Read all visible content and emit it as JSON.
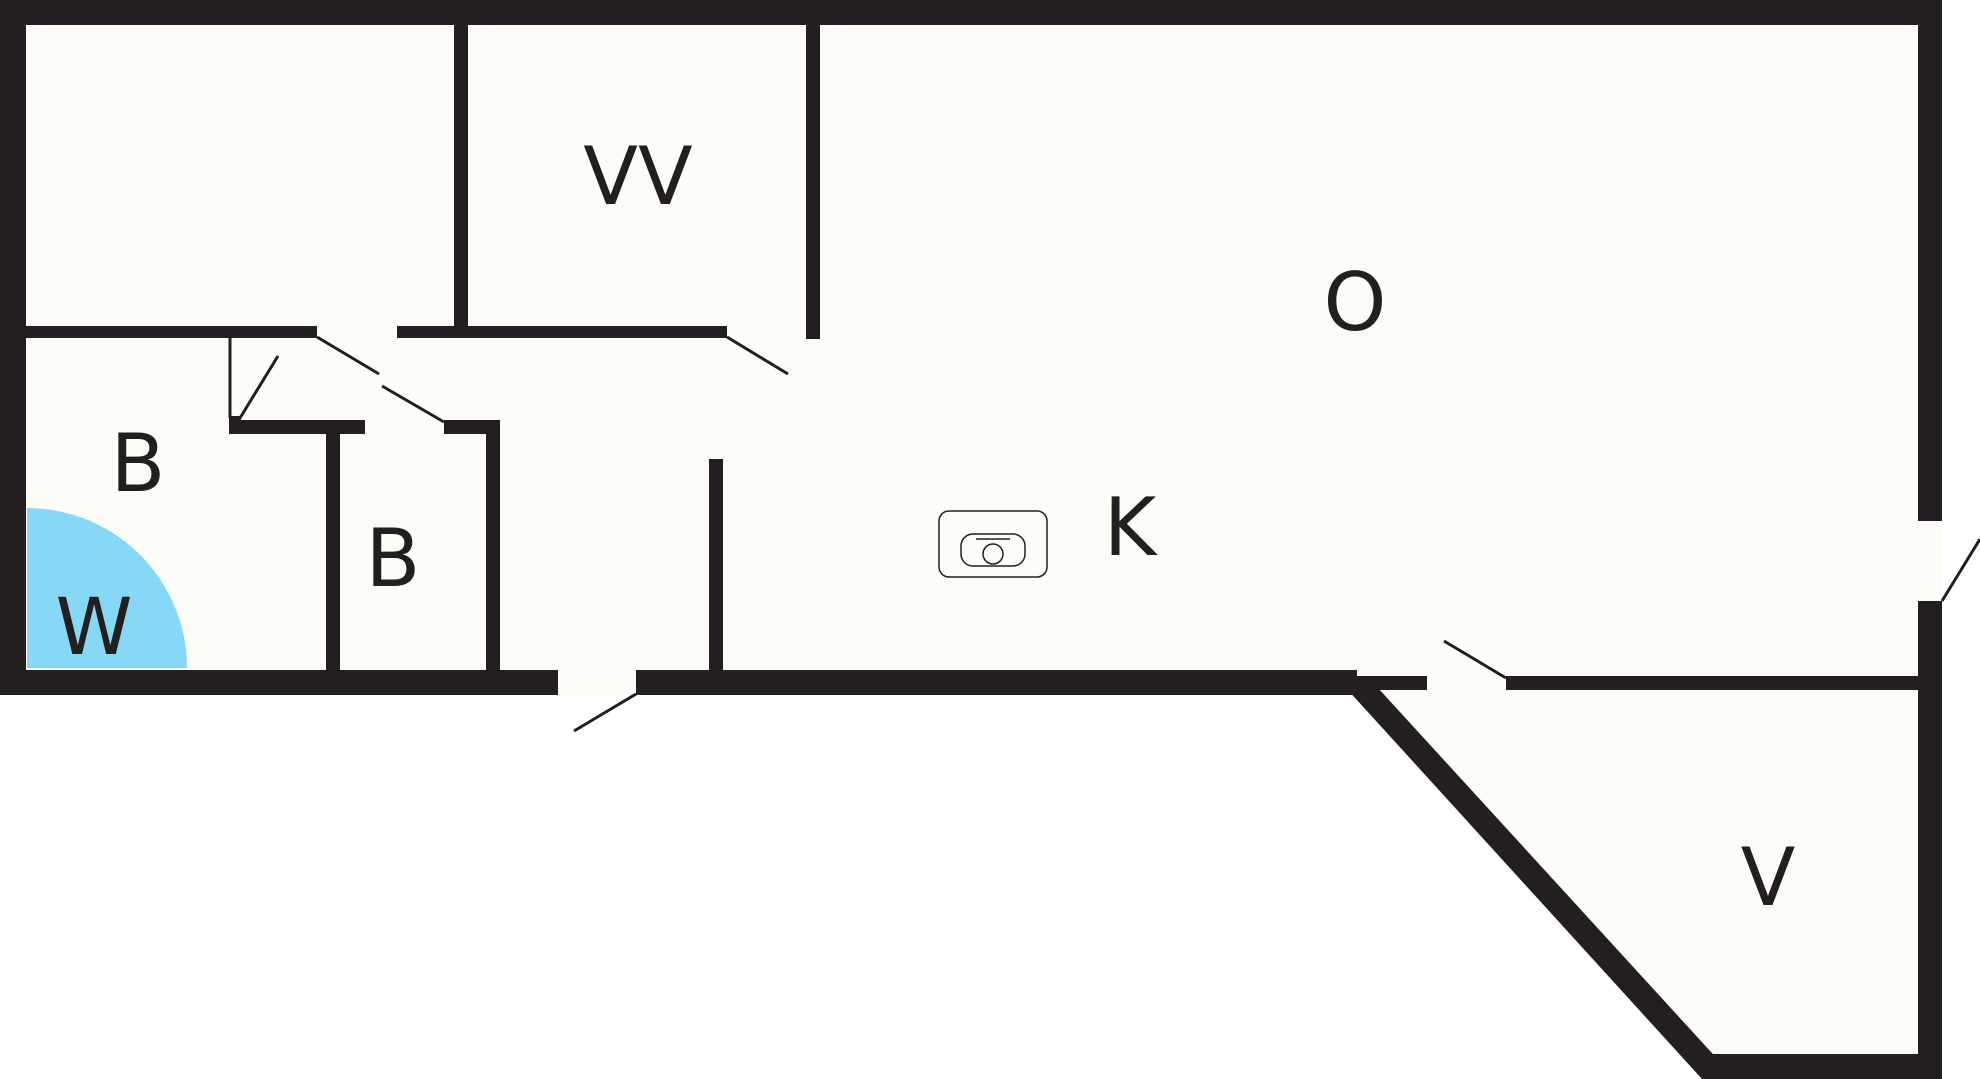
{
  "colors": {
    "wall": "#231f20",
    "floor": "#fdfdf8",
    "background": "#ffffff",
    "shower": "#87d7f7"
  },
  "labels": {
    "walk_in_closet": "VV",
    "living_room": "O",
    "bedroom_large": "B",
    "bedroom_small": "B",
    "kitchen": "K",
    "shower": "W",
    "balcony": "V"
  }
}
